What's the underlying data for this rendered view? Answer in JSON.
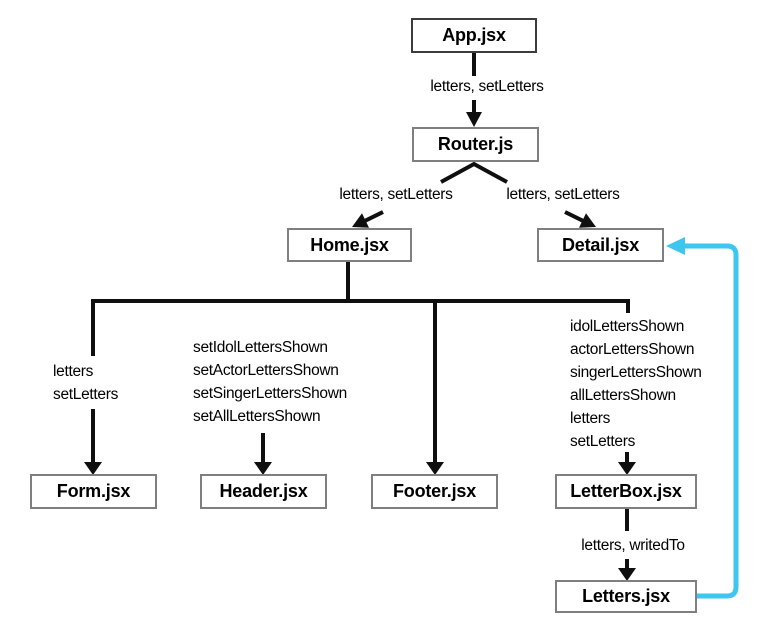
{
  "diagram": {
    "nodes": {
      "app": "App.jsx",
      "router": "Router.js",
      "home": "Home.jsx",
      "detail": "Detail.jsx",
      "form": "Form.jsx",
      "header": "Header.jsx",
      "footer": "Footer.jsx",
      "letterbox": "LetterBox.jsx",
      "letters": "Letters.jsx"
    },
    "edge_labels": {
      "app_to_router": "letters, setLetters",
      "router_to_home": "letters, setLetters",
      "router_to_detail": "letters, setLetters",
      "letterbox_to_letters": "letters, writedTo"
    },
    "prop_lists": {
      "form": [
        "letters",
        "setLetters"
      ],
      "header": [
        "setIdolLettersShown",
        "setActorLettersShown",
        "setSingerLettersShown",
        "setAllLettersShown"
      ],
      "letterbox": [
        "idolLettersShown",
        "actorLettersShown",
        "singerLettersShown",
        "allLettersShown",
        "letters",
        "setLetters"
      ]
    },
    "colors": {
      "tree_line": "#0f0f0f",
      "feedback_line": "#3ec6f0",
      "box_border": "#7f7f7f",
      "text": "#000000",
      "background": "#ffffff"
    }
  }
}
